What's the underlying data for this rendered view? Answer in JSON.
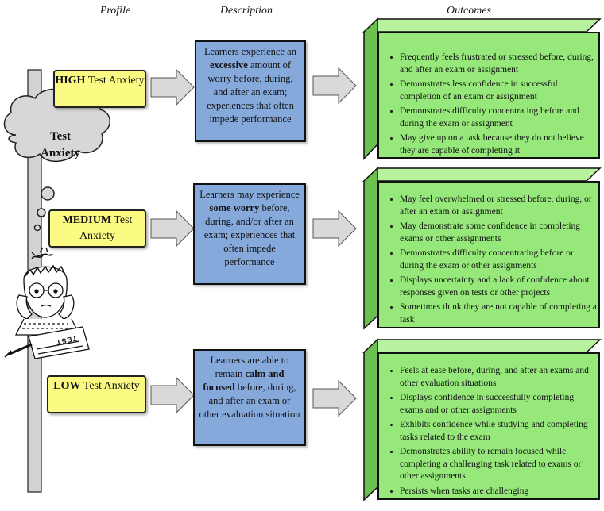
{
  "headers": {
    "profile": "Profile",
    "description": "Description",
    "outcomes": "Outcomes"
  },
  "cloud": {
    "line1": "Test",
    "line2": "Anxiety"
  },
  "levels": [
    {
      "profile_strong": "HIGH",
      "profile_rest": " Test Anxiety",
      "desc_parts": [
        "Learners experience an ",
        "excessive",
        " amount of worry before, during, and after an exam; experiences that often impede performance"
      ],
      "outcomes": [
        "Frequently feels frustrated or stressed before, during, and after an exam or assignment",
        "Demonstrates less confidence in successful completion of an exam or assignment",
        "Demonstrates difficulty concentrating before and during the exam or assignment",
        "May give up on a task because they do not believe they are capable of completing it"
      ]
    },
    {
      "profile_strong": "MEDIUM",
      "profile_rest": " Test Anxiety",
      "desc_parts": [
        "Learners may experience ",
        "some worry",
        " before, during, and/or after an exam; experiences that often impede performance"
      ],
      "outcomes": [
        "May feel overwhelmed or stressed before, during, or after an exam or assignment",
        "May demonstrate some confidence in completing exams or other assignments",
        "Demonstrates difficulty concentrating before or during the exam or other assignments",
        "Displays uncertainty and a lack of confidence about responses given on tests or other projects",
        "Sometimes think they are not capable of completing a task"
      ]
    },
    {
      "profile_strong": "LOW",
      "profile_rest": " Test Anxiety",
      "desc_parts": [
        "Learners are able to remain ",
        "calm and focused",
        " before, during, and after an exam or other evaluation situation"
      ],
      "outcomes": [
        "Feels at ease before, during, and after an exams and other evaluation situations",
        "Displays confidence in successfully completing exams and or other assignments",
        "Exhibits confidence while studying and completing tasks related to the exam",
        "Demonstrates ability to remain focused while completing a challenging task related to exams or other assignments",
        "Persists when tasks are challenging"
      ]
    }
  ],
  "test_paper": "TEST",
  "colors": {
    "profile": "#fbfb84",
    "description": "#86a9dc",
    "outcomes": "#96e87a",
    "arrow": "#d9d9d9"
  }
}
